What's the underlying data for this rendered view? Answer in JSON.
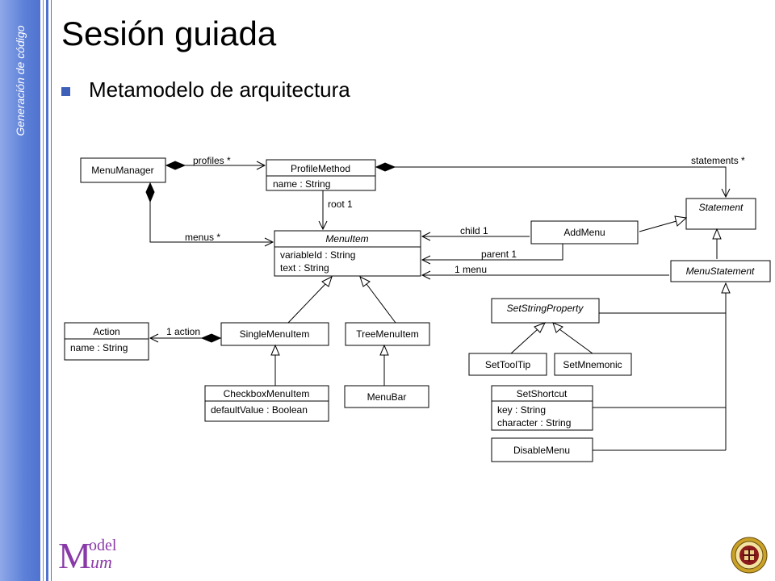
{
  "sidebar": {
    "label": "Generación de código"
  },
  "slide": {
    "title": "Sesión guiada",
    "bullet": "Metamodelo de arquitectura"
  },
  "colors": {
    "accent": "#4f73cf",
    "bullet": "#3d5fb8"
  },
  "diagram": {
    "classes": {
      "menuManager": {
        "name": "MenuManager"
      },
      "profileMethod": {
        "name": "ProfileMethod",
        "attrs": [
          "name : String"
        ]
      },
      "statement": {
        "name": "Statement"
      },
      "menuItem": {
        "name": "MenuItem",
        "attrs": [
          "variableId : String",
          "text : String"
        ]
      },
      "addMenu": {
        "name": "AddMenu"
      },
      "menuStatement": {
        "name": "MenuStatement"
      },
      "setStringProperty": {
        "name": "SetStringProperty"
      },
      "action": {
        "name": "Action",
        "attrs": [
          "name : String"
        ]
      },
      "singleMenuItem": {
        "name": "SingleMenuItem"
      },
      "treeMenuItem": {
        "name": "TreeMenuItem"
      },
      "setToolTip": {
        "name": "SetToolTip"
      },
      "setMnemonic": {
        "name": "SetMnemonic"
      },
      "checkboxMenuItem": {
        "name": "CheckboxMenuItem",
        "attrs": [
          "defaultValue : Boolean"
        ]
      },
      "menuBar": {
        "name": "MenuBar"
      },
      "setShortcut": {
        "name": "SetShortcut",
        "attrs": [
          "key : String",
          "character : String"
        ]
      },
      "disableMenu": {
        "name": "DisableMenu"
      }
    },
    "labels": {
      "profiles": "profiles *",
      "statements": "statements *",
      "root": "root 1",
      "child": "child 1",
      "menus": "menus *",
      "parent": "parent 1",
      "menu": "1 menu",
      "action": "1 action"
    }
  },
  "logo": {
    "m1": "M",
    "odel": "odel",
    "um": "um"
  }
}
